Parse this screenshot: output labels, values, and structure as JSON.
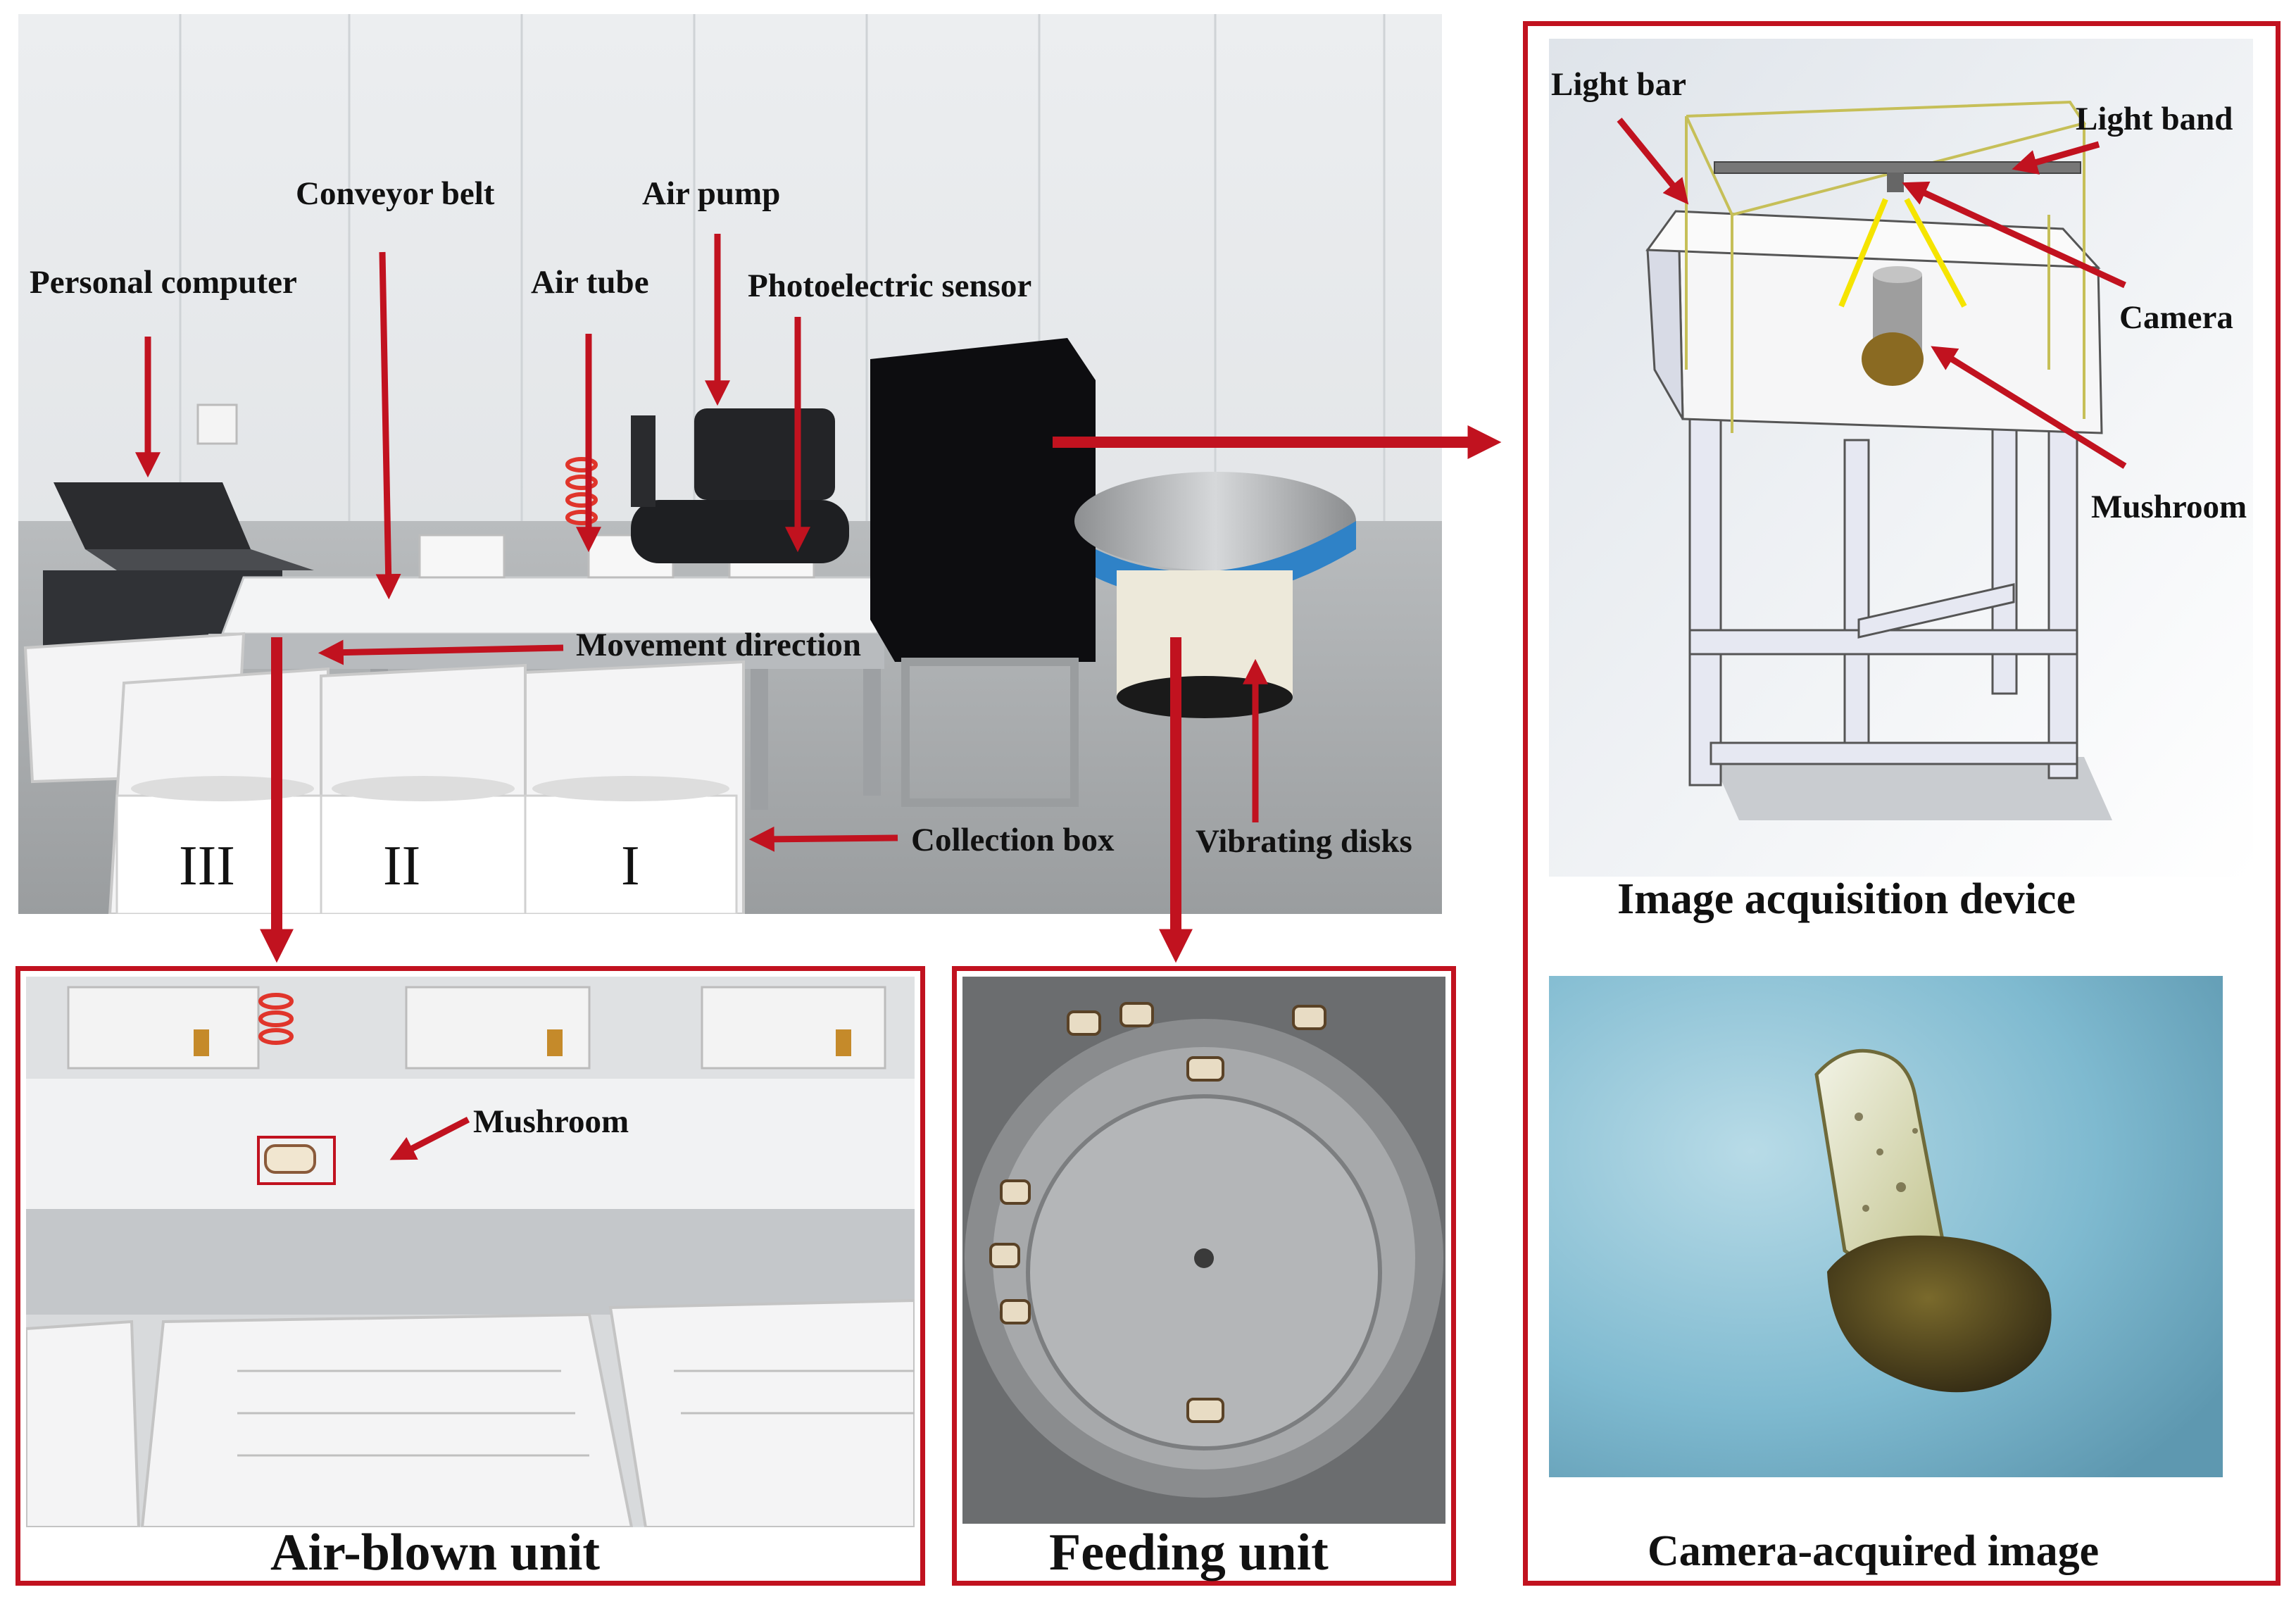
{
  "main_photo": {
    "labels": {
      "personal_computer": "Personal computer",
      "conveyor_belt": "Conveyor belt",
      "air_tube": "Air tube",
      "air_pump": "Air pump",
      "photoelectric_sensor": "Photoelectric sensor",
      "movement_direction": "Movement direction",
      "collection_box": "Collection box",
      "vibrating_disks": "Vibrating disks"
    },
    "box_numerals": [
      "III",
      "II",
      "I"
    ]
  },
  "device_panel": {
    "labels": {
      "light_bar": "Light bar",
      "light_band": "Light band",
      "camera": "Camera",
      "mushroom": "Mushroom"
    },
    "caption": "Image acquisition device",
    "image_caption": "Camera-acquired image"
  },
  "air_blown_panel": {
    "mushroom_label": "Mushroom",
    "caption": "Air-blown unit"
  },
  "feeding_panel": {
    "caption": "Feeding unit"
  },
  "colors": {
    "arrow": "#c1121f",
    "frame": "#c1121f",
    "light_beam": "#f5e400"
  }
}
